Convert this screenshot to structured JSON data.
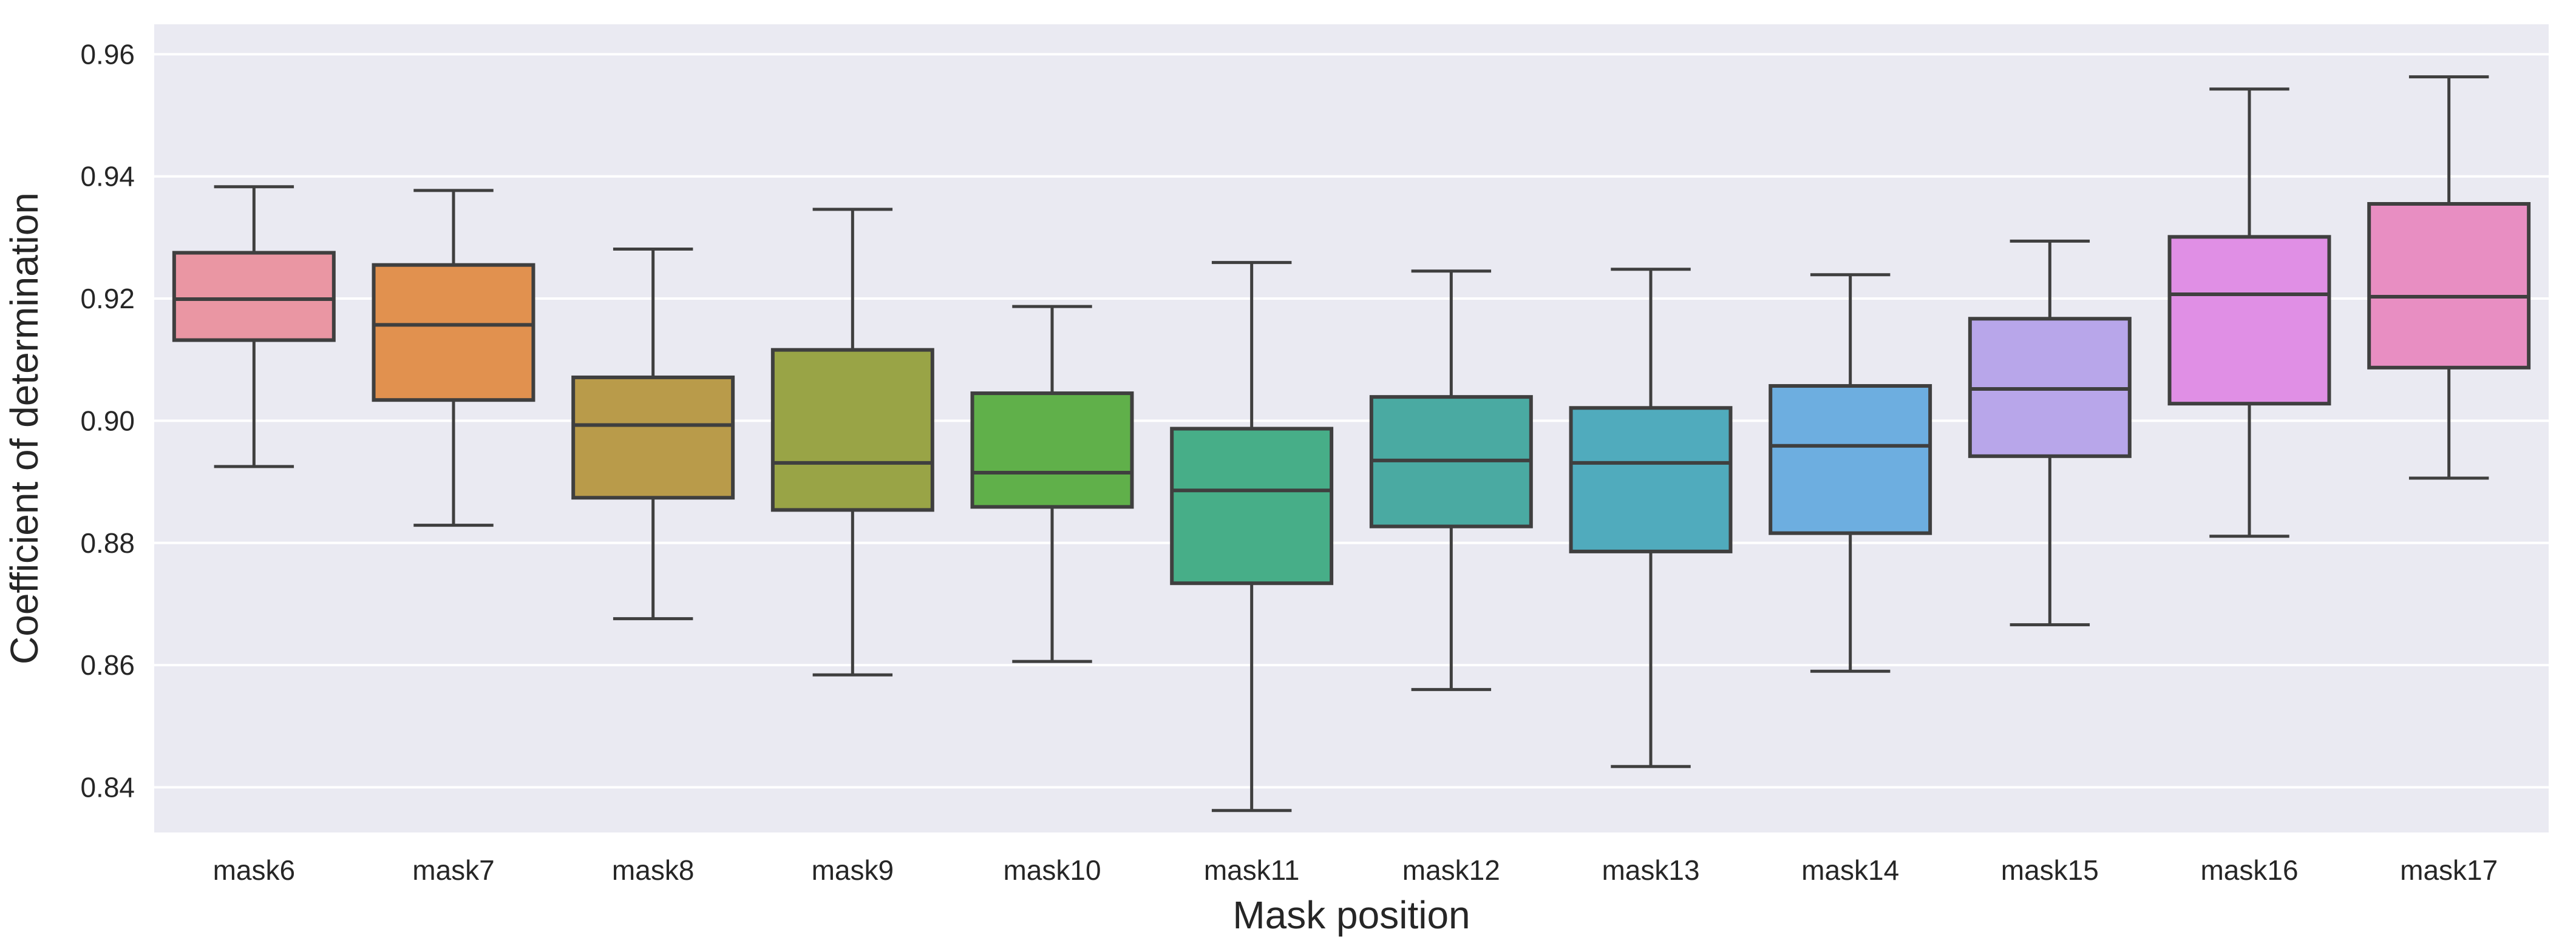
{
  "chart_data": {
    "type": "box",
    "title": "",
    "xlabel": "Mask position",
    "ylabel": "Coefficient of determination",
    "ylim": [
      0.8326,
      0.9649
    ],
    "yticks": [
      0.84,
      0.86,
      0.88,
      0.9,
      0.92,
      0.94,
      0.96
    ],
    "ytick_labels": [
      "0.84",
      "0.86",
      "0.88",
      "0.90",
      "0.92",
      "0.94",
      "0.96"
    ],
    "grid": true,
    "background": "#eaeaf2",
    "categories": [
      "mask6",
      "mask7",
      "mask8",
      "mask9",
      "mask10",
      "mask11",
      "mask12",
      "mask13",
      "mask14",
      "mask15",
      "mask16",
      "mask17"
    ],
    "boxes": [
      {
        "whisker_low": 0.8925,
        "q1": 0.9132,
        "median": 0.9199,
        "q3": 0.9275,
        "whisker_high": 0.9383,
        "color": "#ea96a3"
      },
      {
        "whisker_low": 0.8829,
        "q1": 0.9034,
        "median": 0.9157,
        "q3": 0.9255,
        "whisker_high": 0.9377,
        "color": "#e1914f"
      },
      {
        "whisker_low": 0.8676,
        "q1": 0.8874,
        "median": 0.8993,
        "q3": 0.9071,
        "whisker_high": 0.9281,
        "color": "#b99b4a"
      },
      {
        "whisker_low": 0.8584,
        "q1": 0.8854,
        "median": 0.8931,
        "q3": 0.9116,
        "whisker_high": 0.9346,
        "color": "#99a446"
      },
      {
        "whisker_low": 0.8606,
        "q1": 0.8859,
        "median": 0.8915,
        "q3": 0.9045,
        "whisker_high": 0.9187,
        "color": "#60b04a"
      },
      {
        "whisker_low": 0.8362,
        "q1": 0.8734,
        "median": 0.8886,
        "q3": 0.8987,
        "whisker_high": 0.9259,
        "color": "#47ae88"
      },
      {
        "whisker_low": 0.856,
        "q1": 0.8827,
        "median": 0.8935,
        "q3": 0.9039,
        "whisker_high": 0.9245,
        "color": "#4aaaa2"
      },
      {
        "whisker_low": 0.8434,
        "q1": 0.8786,
        "median": 0.8931,
        "q3": 0.9021,
        "whisker_high": 0.9248,
        "color": "#50abbd"
      },
      {
        "whisker_low": 0.859,
        "q1": 0.8816,
        "median": 0.8959,
        "q3": 0.9057,
        "whisker_high": 0.9239,
        "color": "#6daee0"
      },
      {
        "whisker_low": 0.8666,
        "q1": 0.8942,
        "median": 0.9052,
        "q3": 0.9167,
        "whisker_high": 0.9294,
        "color": "#b8a6ea"
      },
      {
        "whisker_low": 0.8811,
        "q1": 0.9028,
        "median": 0.9207,
        "q3": 0.9301,
        "whisker_high": 0.9543,
        "color": "#e08fe5"
      },
      {
        "whisker_low": 0.8906,
        "q1": 0.9087,
        "median": 0.9203,
        "q3": 0.9355,
        "whisker_high": 0.9563,
        "color": "#e88ec2"
      }
    ],
    "line_color": "#3f3f3f"
  }
}
